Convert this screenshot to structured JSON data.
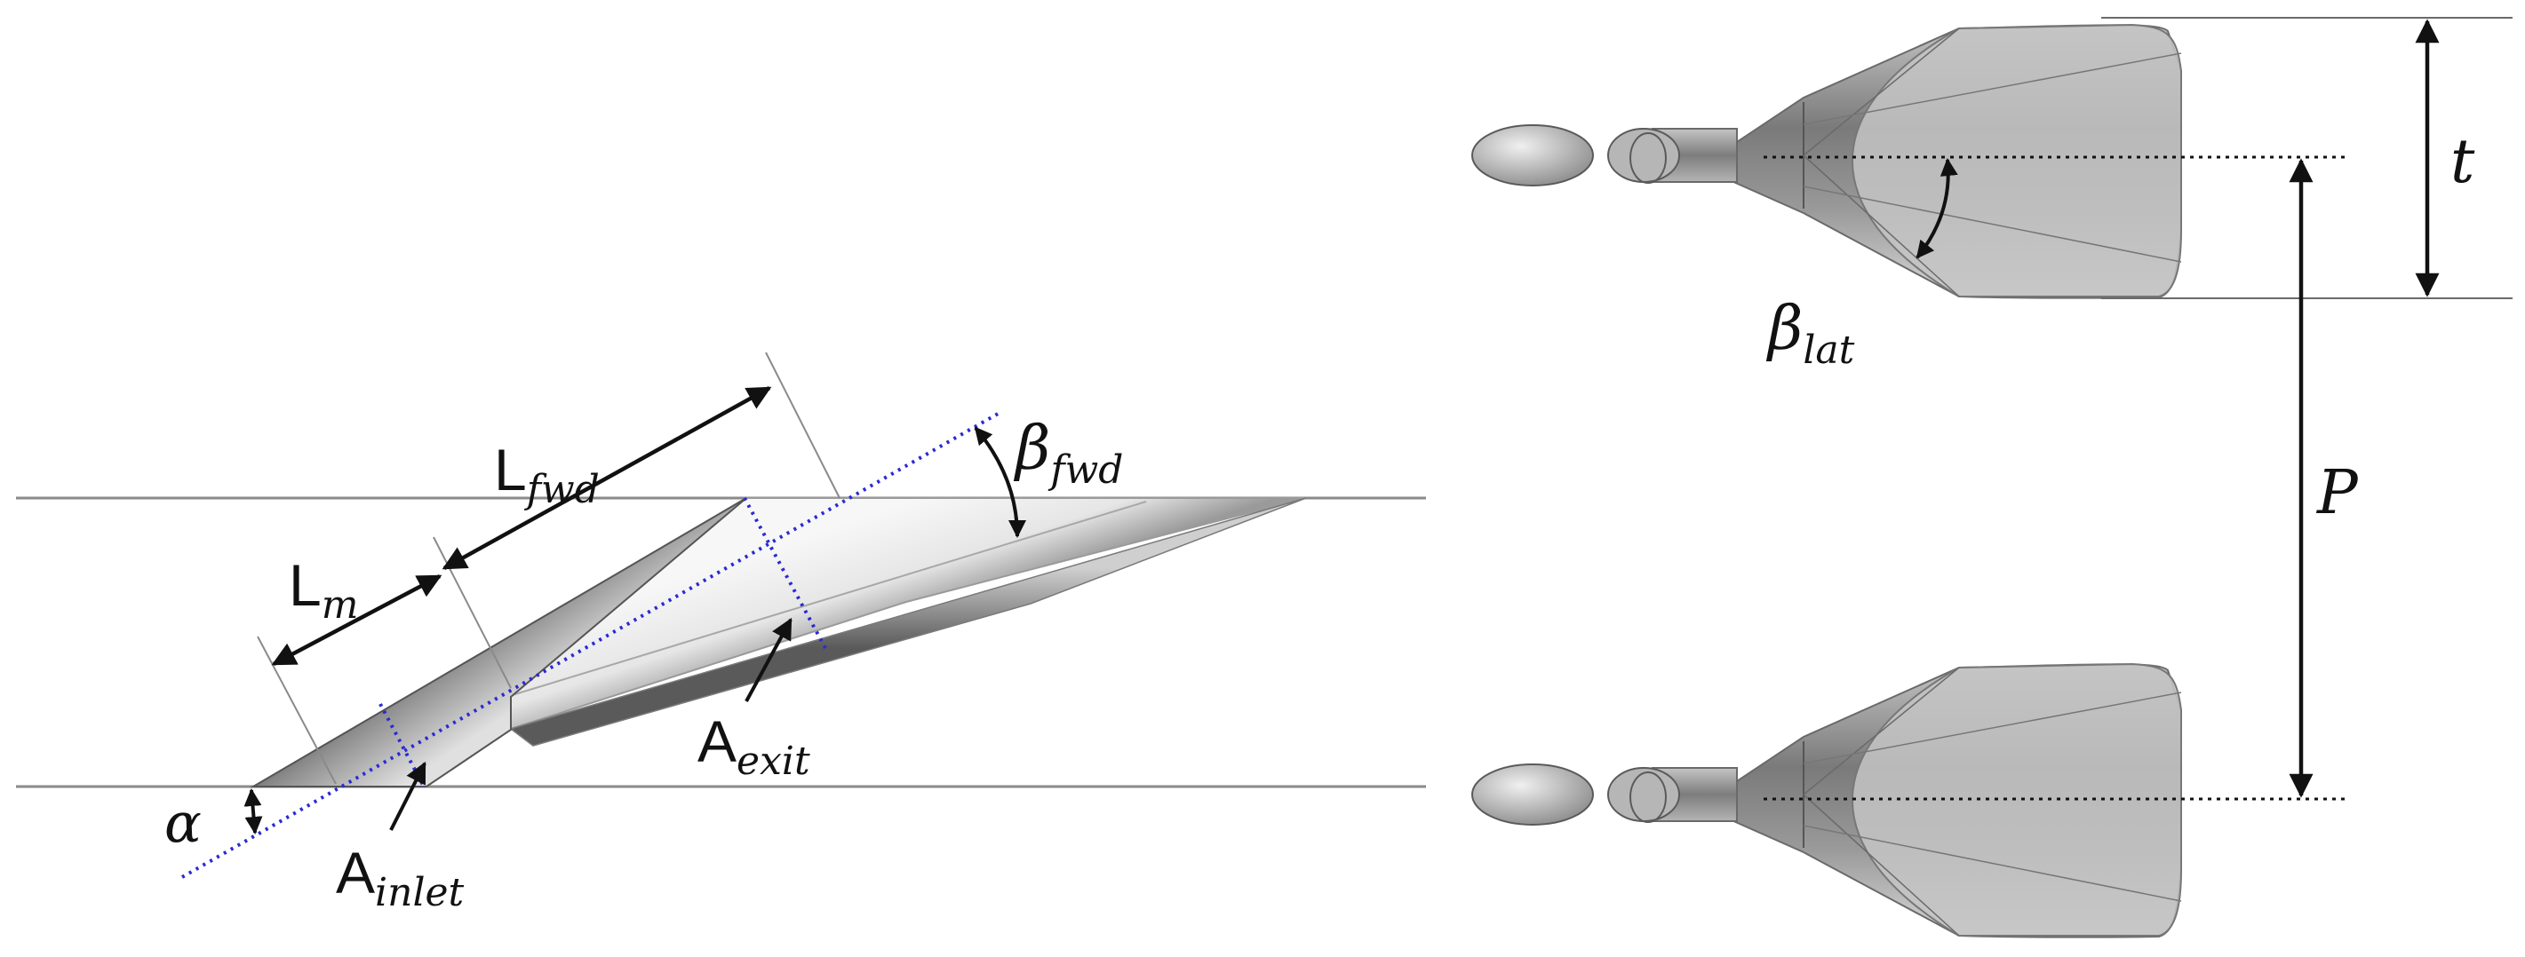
{
  "labels": {
    "L_fwd": {
      "main": "L",
      "sub": "fwd"
    },
    "L_m": {
      "main": "L",
      "sub": "m"
    },
    "beta_fwd": {
      "main": "β",
      "sub": "fwd"
    },
    "alpha": {
      "main": "α"
    },
    "A_inlet": {
      "main": "A",
      "sub": "inlet"
    },
    "A_exit": {
      "main": "A",
      "sub": "exit"
    },
    "beta_lat": {
      "main": "β",
      "sub": "lat"
    },
    "t": {
      "main": "t"
    },
    "P": {
      "main": "P"
    }
  },
  "colors": {
    "line": "#8a8a8a",
    "arrow": "#111111",
    "centerline": "#2a2ad6",
    "body_light": "#e6e6e6",
    "body_dark": "#5a5a5a"
  }
}
